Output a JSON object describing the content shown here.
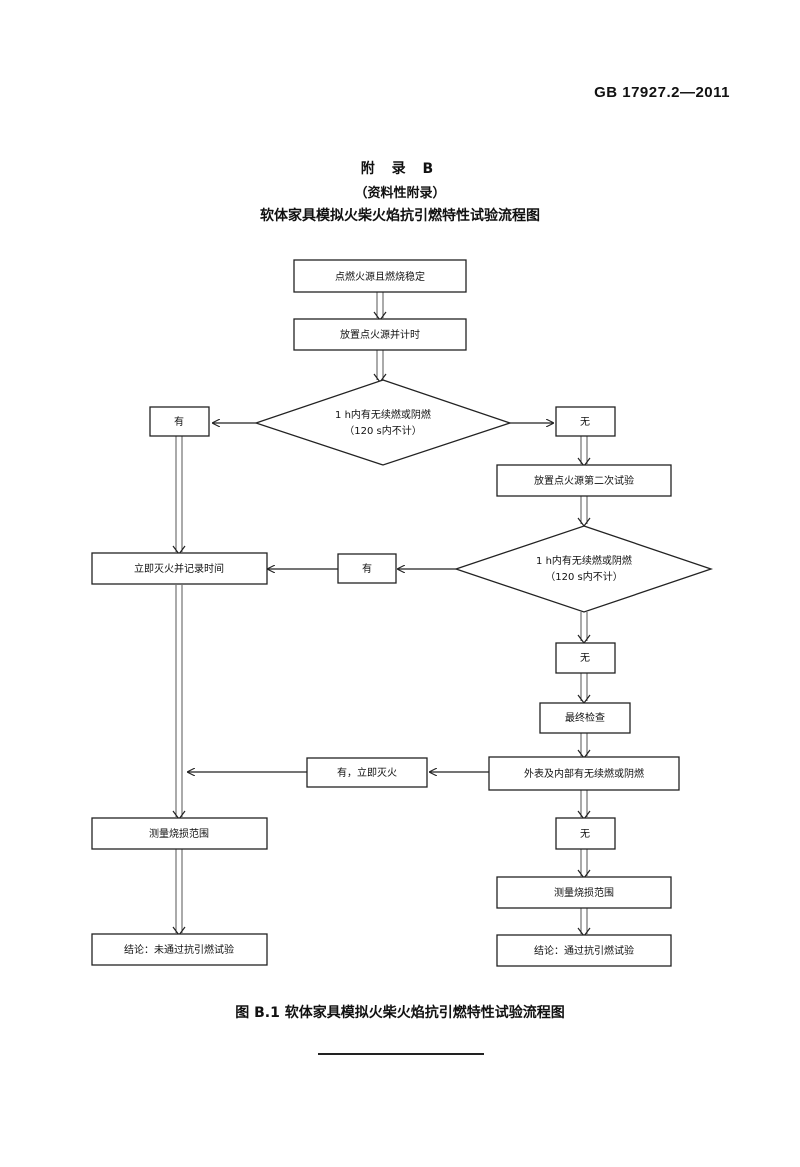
{
  "header": {
    "standard_no": "GB 17927.2—2011"
  },
  "appendix": {
    "title": "附 录 B",
    "type": "（资料性附录）",
    "name": "软体家具模拟火柴火焰抗引燃特性试验流程图"
  },
  "flowchart": {
    "n1": "点燃火源且燃烧稳定",
    "n2": "放置点火源并计时",
    "d1_line1": "1 h内有无续燃或阴燃",
    "d1_line2": "（120 s内不计）",
    "d1_yes": "有",
    "d1_no": "无",
    "n3": "放置点火源第二次试验",
    "extinguish": "立即灭火并记录时间",
    "d2_yes": "有",
    "d2_line1": "1 h内有无续燃或阴燃",
    "d2_line2": "（120 s内不计）",
    "d2_no": "无",
    "final_check": "最终检查",
    "check_surface": "外表及内部有无续燃或阴燃",
    "yes_extinguish": "有，立即灭火",
    "measure_left": "测量烧损范围",
    "no_after_check": "无",
    "measure_right": "测量烧损范围",
    "result_fail": "结论：未通过抗引燃试验",
    "result_pass": "结论：通过抗引燃试验"
  },
  "caption": "图 B.1  软体家具模拟火柴火焰抗引燃特性试验流程图"
}
